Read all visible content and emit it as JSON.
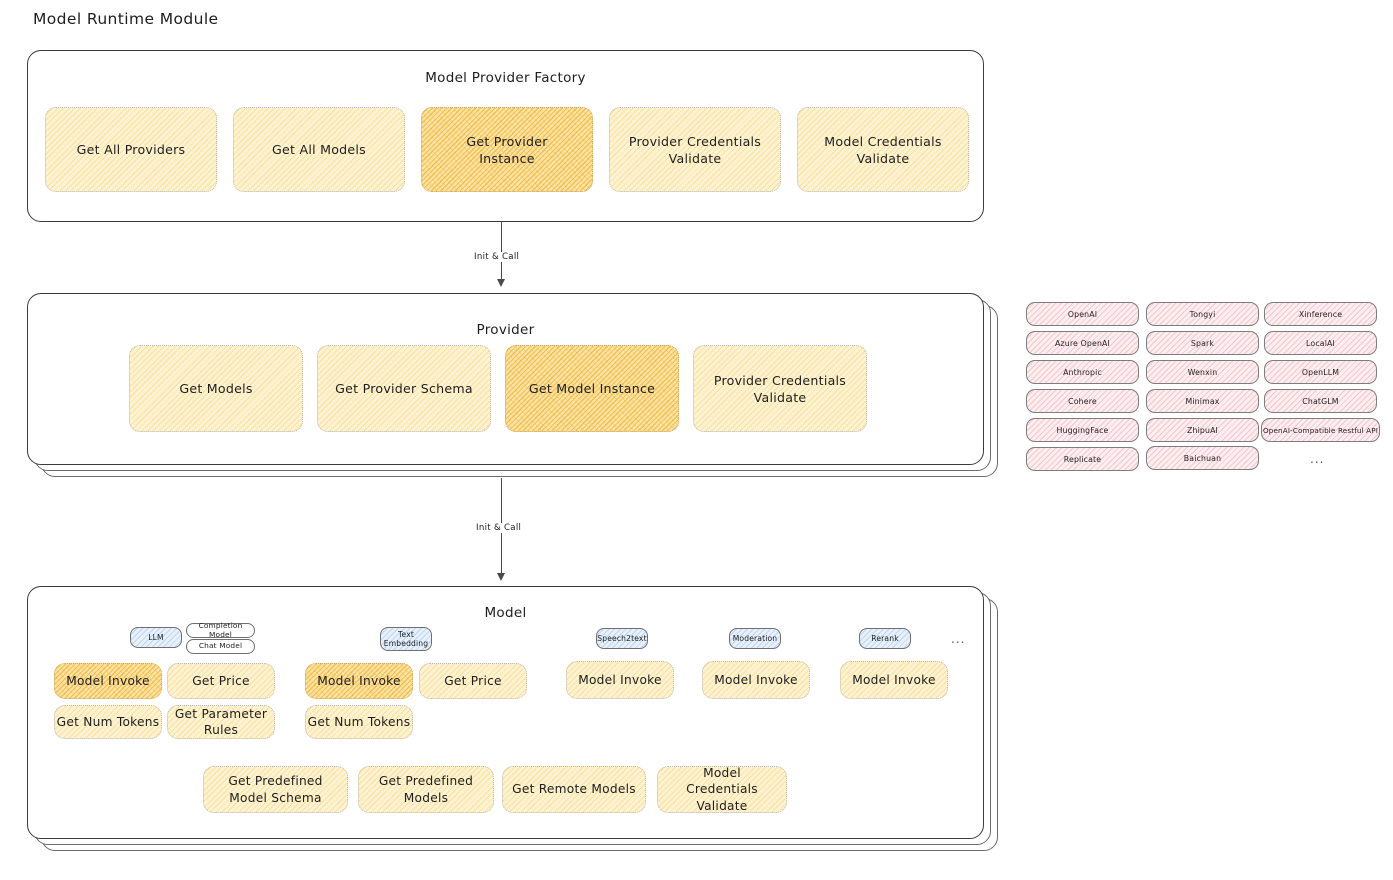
{
  "page": {
    "title": "Model Runtime Module"
  },
  "colors": {
    "box_fill": "#fdf3d4",
    "box_fill_highlight": "#fbe3ac",
    "chip_fill": "#fdeef0",
    "badge_fill": "#e8f1fb",
    "stroke": "#3b3b3b"
  },
  "factory": {
    "title": "Model Provider Factory",
    "boxes": [
      {
        "label": "Get All Providers",
        "highlight": false
      },
      {
        "label": "Get All Models",
        "highlight": false
      },
      {
        "label": "Get Provider Instance",
        "highlight": true
      },
      {
        "label": "Provider Credentials Validate",
        "highlight": false
      },
      {
        "label": "Model Credentials Validate",
        "highlight": false
      }
    ]
  },
  "arrow1": {
    "label": "Init & Call"
  },
  "provider": {
    "title": "Provider",
    "boxes": [
      {
        "label": "Get Models",
        "highlight": false
      },
      {
        "label": "Get Provider Schema",
        "highlight": false
      },
      {
        "label": "Get Model Instance",
        "highlight": true
      },
      {
        "label": "Provider Credentials Validate",
        "highlight": false
      }
    ]
  },
  "provider_list": {
    "column1": [
      "OpenAI",
      "Azure OpenAI",
      "Anthropic",
      "Cohere",
      "HuggingFace",
      "Replicate"
    ],
    "column2": [
      "Tongyi",
      "Spark",
      "Wenxin",
      "Minimax",
      "ZhipuAI",
      "Baichuan"
    ],
    "column3": [
      "Xinference",
      "LocalAI",
      "OpenLLM",
      "ChatGLM",
      "OpenAI-Compatible Restful API"
    ],
    "more": "..."
  },
  "arrow2": {
    "label": "Init & Call"
  },
  "model": {
    "title": "Model",
    "more": "...",
    "types": [
      {
        "badge": "LLM",
        "sub_badges": [
          "Completion Model",
          "Chat Model"
        ],
        "methods": [
          {
            "label": "Model Invoke",
            "highlight": true
          },
          {
            "label": "Get Price",
            "highlight": false
          },
          {
            "label": "Get Num Tokens",
            "highlight": false
          },
          {
            "label": "Get Parameter Rules",
            "highlight": false
          }
        ]
      },
      {
        "badge": "Text Embedding",
        "sub_badges": [],
        "methods": [
          {
            "label": "Model Invoke",
            "highlight": true
          },
          {
            "label": "Get Price",
            "highlight": false
          },
          {
            "label": "Get Num Tokens",
            "highlight": false
          }
        ]
      },
      {
        "badge": "Speech2text",
        "sub_badges": [],
        "methods": [
          {
            "label": "Model Invoke",
            "highlight": false
          }
        ]
      },
      {
        "badge": "Moderation",
        "sub_badges": [],
        "methods": [
          {
            "label": "Model Invoke",
            "highlight": false
          }
        ]
      },
      {
        "badge": "Rerank",
        "sub_badges": [],
        "methods": [
          {
            "label": "Model Invoke",
            "highlight": false
          }
        ]
      }
    ],
    "common_methods": [
      "Get Predefined Model Schema",
      "Get Predefined Models",
      "Get Remote Models",
      "Model Credentials Validate"
    ]
  }
}
